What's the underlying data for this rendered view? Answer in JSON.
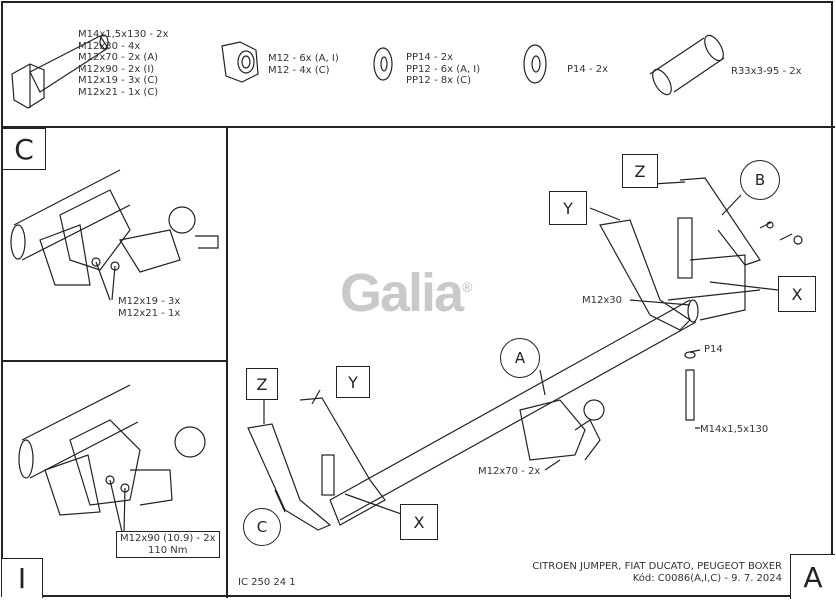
{
  "parts": {
    "bolts": [
      "M14x1,5x130 - 2x",
      "M12x30 - 4x",
      "M12x70 - 2x (A)",
      "M12x90 - 2x (I)",
      "M12x19 - 3x (C)",
      "M12x21 - 1x (C)"
    ],
    "nuts": [
      "M12 - 6x (A, I)",
      "M12 - 4x (C)"
    ],
    "washers_pp": [
      "PP14 - 2x",
      "PP12 - 6x (A, I)",
      "PP12 - 8x (C)"
    ],
    "washers_p": [
      "P14 - 2x"
    ],
    "tube": [
      "R33x3-95 - 2x"
    ]
  },
  "panel_c": {
    "label": "C",
    "notes": [
      "M12x19 - 3x",
      "M12x21 - 1x"
    ]
  },
  "panel_i": {
    "label": "I",
    "notes": [
      "M12x90 (10.9) - 2x",
      "110 Nm"
    ]
  },
  "panel_a": {
    "label": "A",
    "logo": "Galia",
    "logo_mark": "®",
    "callouts": {
      "z": "Z",
      "y": "Y",
      "x": "X",
      "b": "B",
      "a": "A",
      "c": "C"
    },
    "dims": {
      "m12x30": "M12x30",
      "p14": "P14",
      "m14": "M14x1,5x130",
      "m12x70": "M12x70 - 2x"
    },
    "drawing_no": "IC 250 24 1",
    "vehicles": "CITROEN JUMPER, FIAT DUCATO, PEUGEOT BOXER",
    "code": "Kód: C0086(A,I,C) - 9. 7. 2024"
  }
}
